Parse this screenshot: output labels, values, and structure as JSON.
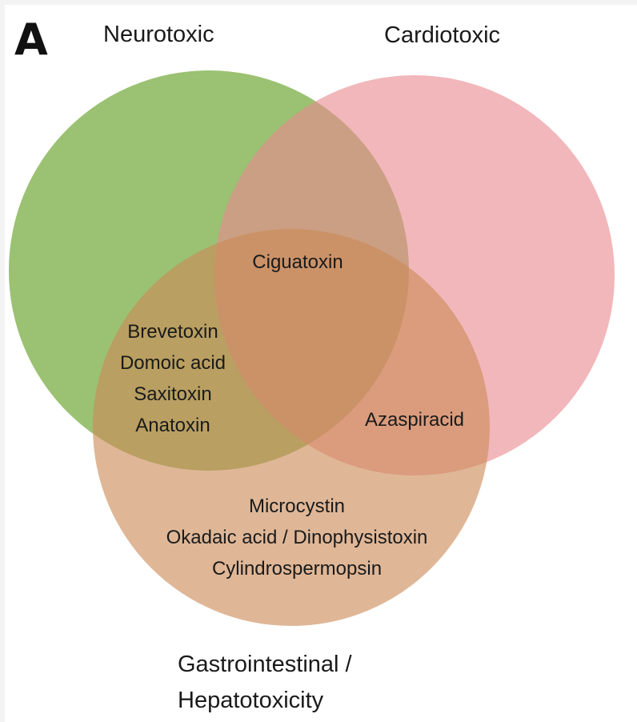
{
  "panel_label": "A",
  "sets": [
    {
      "title_lines": [
        "Neurotoxic"
      ],
      "color": "#7fb04a"
    },
    {
      "title_lines": [
        "Cardiotoxic"
      ],
      "color": "#e88a8f"
    },
    {
      "title_lines": [
        "Gastrointestinal /",
        "Hepatotoxicity"
      ],
      "color": "#cc8a57"
    }
  ],
  "regions": {
    "neuro_cardio_gastro": [
      "Ciguatoxin"
    ],
    "neuro_gastro": [
      "Brevetoxin",
      "Domoic acid",
      "Saxitoxin",
      "Anatoxin"
    ],
    "cardio_gastro": [
      "Azaspiracid"
    ],
    "gastro_only": [
      "Microcystin",
      "Okadaic acid / Dinophysistoxin",
      "Cylindrospermopsin"
    ]
  }
}
